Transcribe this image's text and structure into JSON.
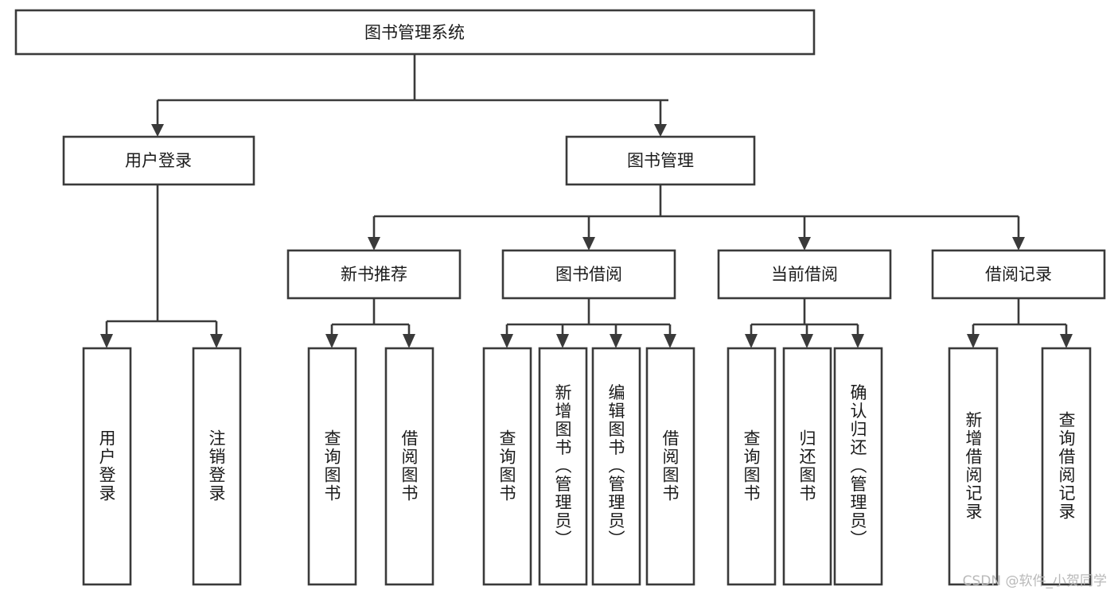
{
  "diagram": {
    "type": "tree-hierarchy-chart",
    "title": "图书管理系统",
    "watermark": "CSDN @软件_小贺同学",
    "colors": {
      "box_fill": "#ffffff",
      "box_stroke": "#3a3a3a",
      "text": "#1b1b1b",
      "watermark": "#b9b9b9",
      "background": "#ffffff"
    },
    "root": {
      "label": "图书管理系统"
    },
    "level2": [
      {
        "label": "用户登录"
      },
      {
        "label": "图书管理"
      }
    ],
    "level3": [
      {
        "label": "新书推荐"
      },
      {
        "label": "图书借阅"
      },
      {
        "label": "当前借阅"
      },
      {
        "label": "借阅记录"
      }
    ],
    "leaves": {
      "user_login": [
        {
          "label": "用户登录"
        },
        {
          "label": "注销登录"
        }
      ],
      "new_book_recommend": [
        {
          "label": "查询图书"
        },
        {
          "label": "借阅图书"
        }
      ],
      "book_borrow": [
        {
          "label": "查询图书"
        },
        {
          "label": "新增图书（管理员）"
        },
        {
          "label": "编辑图书（管理员）"
        },
        {
          "label": "借阅图书"
        }
      ],
      "current_borrow": [
        {
          "label": "查询图书"
        },
        {
          "label": "归还图书"
        },
        {
          "label": "确认归还（管理员）"
        }
      ],
      "borrow_record": [
        {
          "label": "新增借阅记录"
        },
        {
          "label": "查询借阅记录"
        }
      ]
    }
  }
}
